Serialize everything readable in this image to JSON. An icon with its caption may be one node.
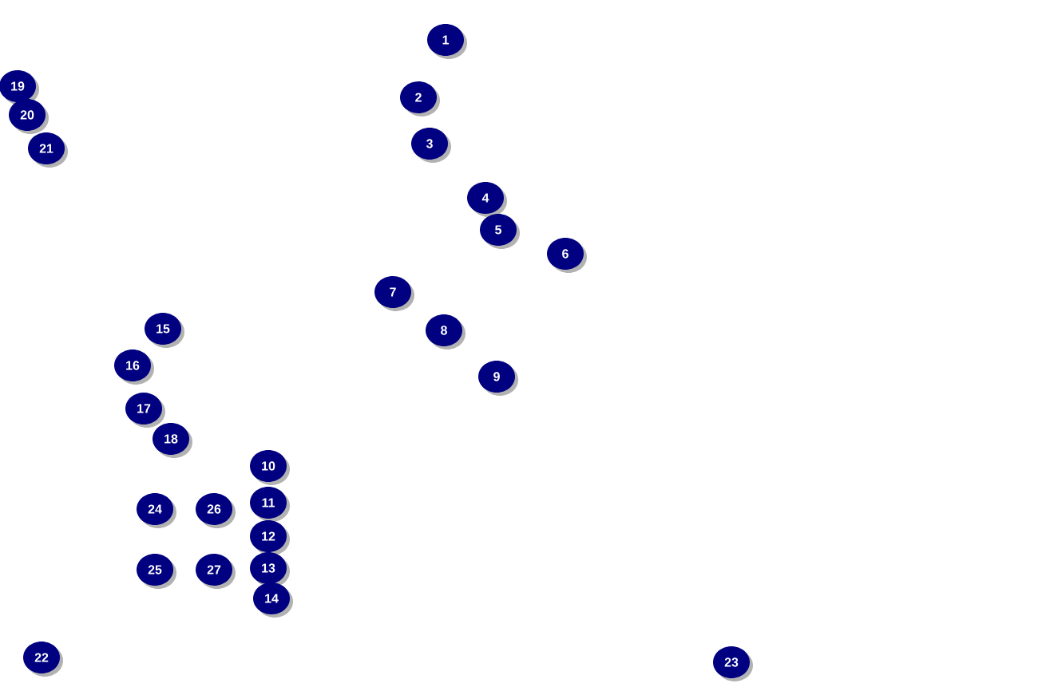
{
  "diagram": {
    "labels": [
      "1",
      "2",
      "3",
      "4",
      "5",
      "6",
      "7",
      "8",
      "9",
      "10",
      "11",
      "12",
      "13",
      "14",
      "15",
      "16",
      "17",
      "18",
      "19",
      "20",
      "21",
      "22",
      "23",
      "24",
      "25",
      "26",
      "27"
    ]
  }
}
